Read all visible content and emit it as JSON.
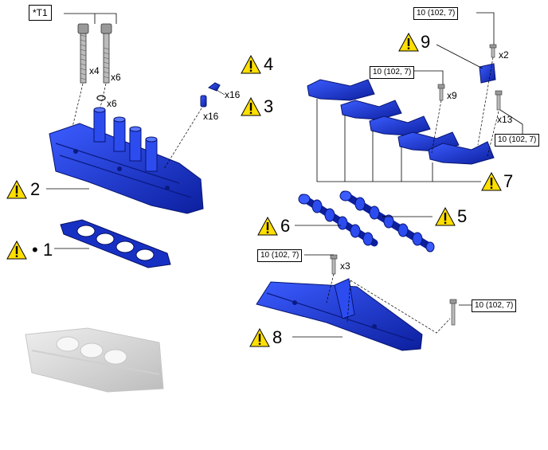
{
  "tag_label": "*T1",
  "torque": {
    "spec": "10 (102, 7)"
  },
  "quantities": {
    "bolt_head_long": "x4",
    "bolt_head_short": "x6",
    "washer": "x6",
    "clip_4": "x16",
    "clip_3": "x16",
    "bolt_9": "x2",
    "bolt_cap_a": "x9",
    "bolt_cap_b": "x13",
    "bolt_8": "x3"
  },
  "callouts": {
    "c1": "1",
    "c1_bullet": "•",
    "c2": "2",
    "c3": "3",
    "c4": "4",
    "c5": "5",
    "c6": "6",
    "c7": "7",
    "c8": "8",
    "c9": "9"
  },
  "colors": {
    "part_blue": "#1f3fe0",
    "part_dark": "#0b1f9a",
    "warning_yellow": "#ffdf00",
    "ghost_grey": "#d8d8d8"
  },
  "icons": [
    "warning-icon"
  ]
}
